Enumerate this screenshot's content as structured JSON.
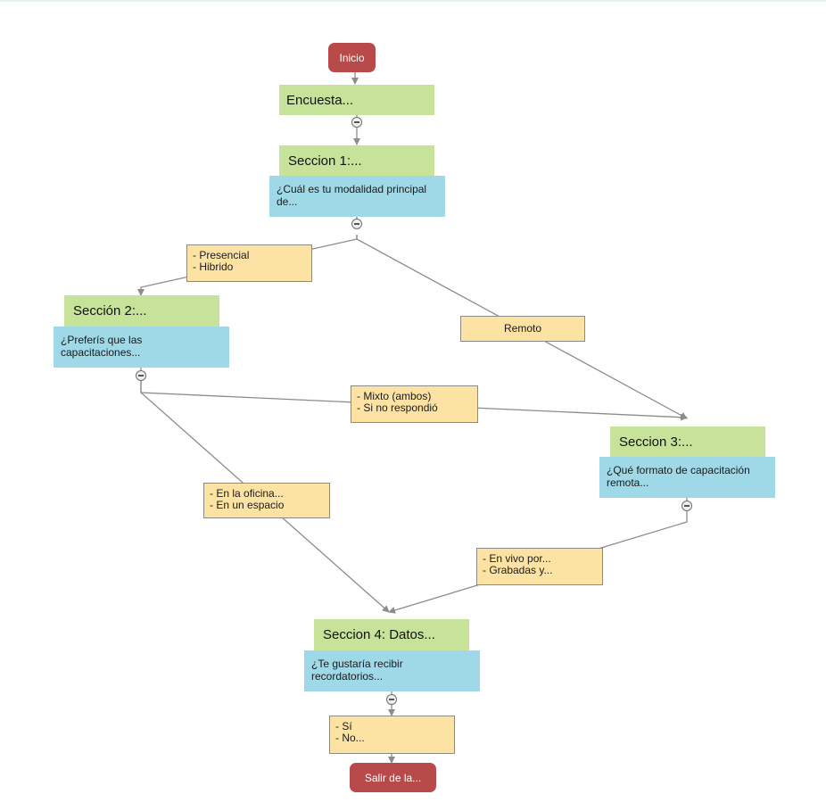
{
  "flow": {
    "start": "Inicio",
    "survey": "Encuesta...",
    "section1": {
      "title": "Seccion 1:...",
      "question": "¿Cuál es tu modalidad principal de..."
    },
    "answer_presencial": [
      "- Presencial",
      "- Hibrido"
    ],
    "answer_remoto": "Remoto",
    "section2": {
      "title": "Sección 2:...",
      "question": "¿Preferís que las capacitaciones..."
    },
    "answer_mixto": [
      "- Mixto (ambos)",
      "- Si no respondió"
    ],
    "answer_oficina": [
      "- En la oficina...",
      "- En un espacio"
    ],
    "section3": {
      "title": "Seccion 3:...",
      "question": "¿Qué formato de capacitación remota..."
    },
    "answer_envivo": [
      "-  En vivo por...",
      "-  Grabadas y..."
    ],
    "section4": {
      "title": "Seccion 4: Datos...",
      "question": "¿Te gustaría recibir recordatorios..."
    },
    "answer_sino": [
      "- Sí",
      "- No..."
    ],
    "end": "Salir de la..."
  },
  "colors": {
    "terminal": "#b84a4a",
    "section": "#c7e39a",
    "question": "#9fd8e6",
    "answer": "#fde3a3",
    "connector": "#8c8c8c"
  },
  "icons": {
    "collapse": "collapse-minus-icon",
    "arrow": "arrowhead-icon"
  }
}
